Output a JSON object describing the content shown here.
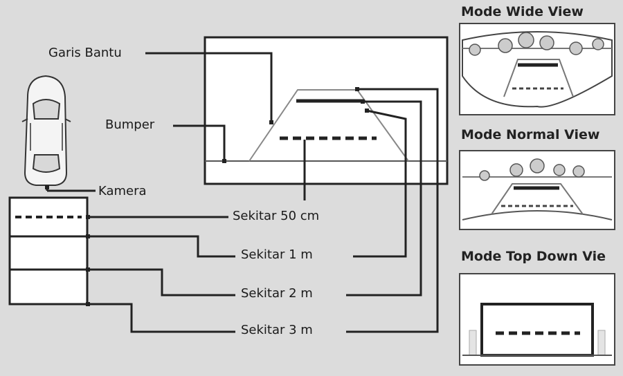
{
  "labels": {
    "guide_lines": "Garis Bantu",
    "bumper": "Bumper",
    "camera": "Kamera",
    "approx_50cm": "Sekitar 50 cm",
    "approx_1m": "Sekitar 1 m",
    "approx_2m": "Sekitar 2 m",
    "approx_3m": "Sekitar 3 m"
  },
  "modes": {
    "wide_view": "Mode Wide View",
    "normal_view": "Mode Normal View",
    "top_down_view": "Mode Top Down Vie"
  },
  "colors": {
    "background": "#dcdcdc",
    "line": "#222222",
    "panel": "#ffffff"
  }
}
